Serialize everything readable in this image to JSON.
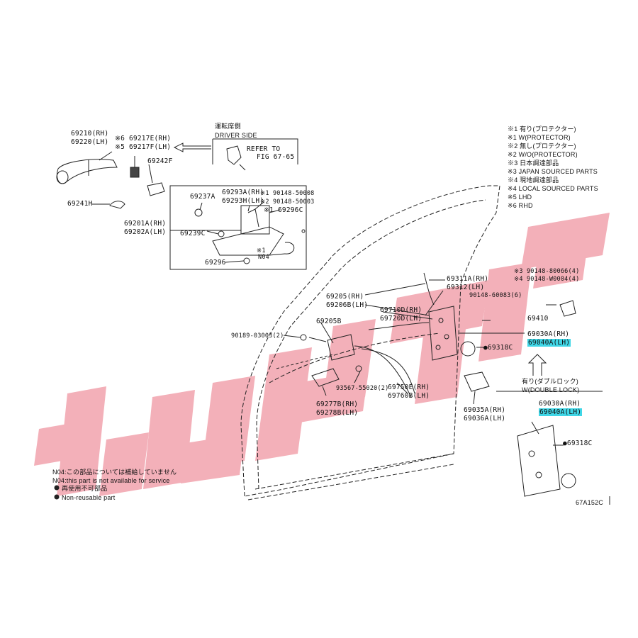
{
  "header": {
    "driver_side_jp": "運転席側",
    "driver_side_en": "DRIVER SIDE",
    "refer_to": "REFER TO",
    "fig_ref": "FIG 67-65"
  },
  "legend": [
    "※1 有り(プロテクター)",
    "※1 W(PROTECTOR)",
    "※2 無し(プロテクター)",
    "※2 W/O(PROTECTOR)",
    "※3 日本調達部品",
    "※3 JAPAN SOURCED PARTS",
    "※4 現地調達部品",
    "※4 LOCAL SOURCED PARTS",
    "※5 LHD",
    "※6 RHD"
  ],
  "parts": {
    "p69210": "69210(RH)",
    "p69220": "69220(LH)",
    "p69217e": "※6 69217E(RH)",
    "p69217f": "※5 69217F(LH)",
    "p69242f": "69242F",
    "p69241h": "69241H",
    "p69237a": "69237A",
    "p69293a": "69293A(RH)",
    "p69293h": "69293H(LH)",
    "p90148_1": "※1 90148-50008",
    "p90148_2": "※2 90148-50003",
    "p69296c": "※1 69296C",
    "p69201a": "69201A(RH)",
    "p69202a": "69202A(LH)",
    "p69239c": "69239C",
    "p69296": "69296",
    "n04_star": "※1",
    "n04": "N04",
    "p69311a": "69311A(RH)",
    "p69312": "69312(LH)",
    "p90148_80066": "※3 90148-80066(4)",
    "p90148_w0004": "※4 90148-W0004(4)",
    "p90148_60083": "90148-60083(6)",
    "p69410": "69410",
    "p69205": "69205(RH)",
    "p69206b": "69206B(LH)",
    "p69205b": "69205B",
    "p69710d": "69710D(RH)",
    "p69720d": "69720D(LH)",
    "p90189": "90189-03003(2)",
    "p69030a": "69030A(RH)",
    "p69040a": "69040A(LH)",
    "p69318c": "●69318C",
    "p93567": "93567-55020(2)",
    "p69750e": "69750E(RH)",
    "p69760b": "69760B(LH)",
    "p69277b": "69277B(RH)",
    "p69278b": "69278B(LH)",
    "p69035a": "69035A(RH)",
    "p69036a": "69036A(LH)",
    "double_lock_jp": "有り(ダブルロック)",
    "double_lock_en": "W(DOUBLE LOCK)",
    "p69030a_2": "69030A(RH)",
    "p69040a_2": "69040A(LH)",
    "p69318c_2": "●69318C"
  },
  "notes": {
    "n04_jp": "N04:この部品については補給していません",
    "n04_en": "N04:this part is not available for service",
    "nonreuse_jp": "再使用不可部品",
    "nonreuse_en": "Non-reusable part"
  },
  "figure_id": "67A152C",
  "colors": {
    "watermark": "#f2a3ad",
    "highlight": "#3fd6e6",
    "line": "#222222"
  }
}
